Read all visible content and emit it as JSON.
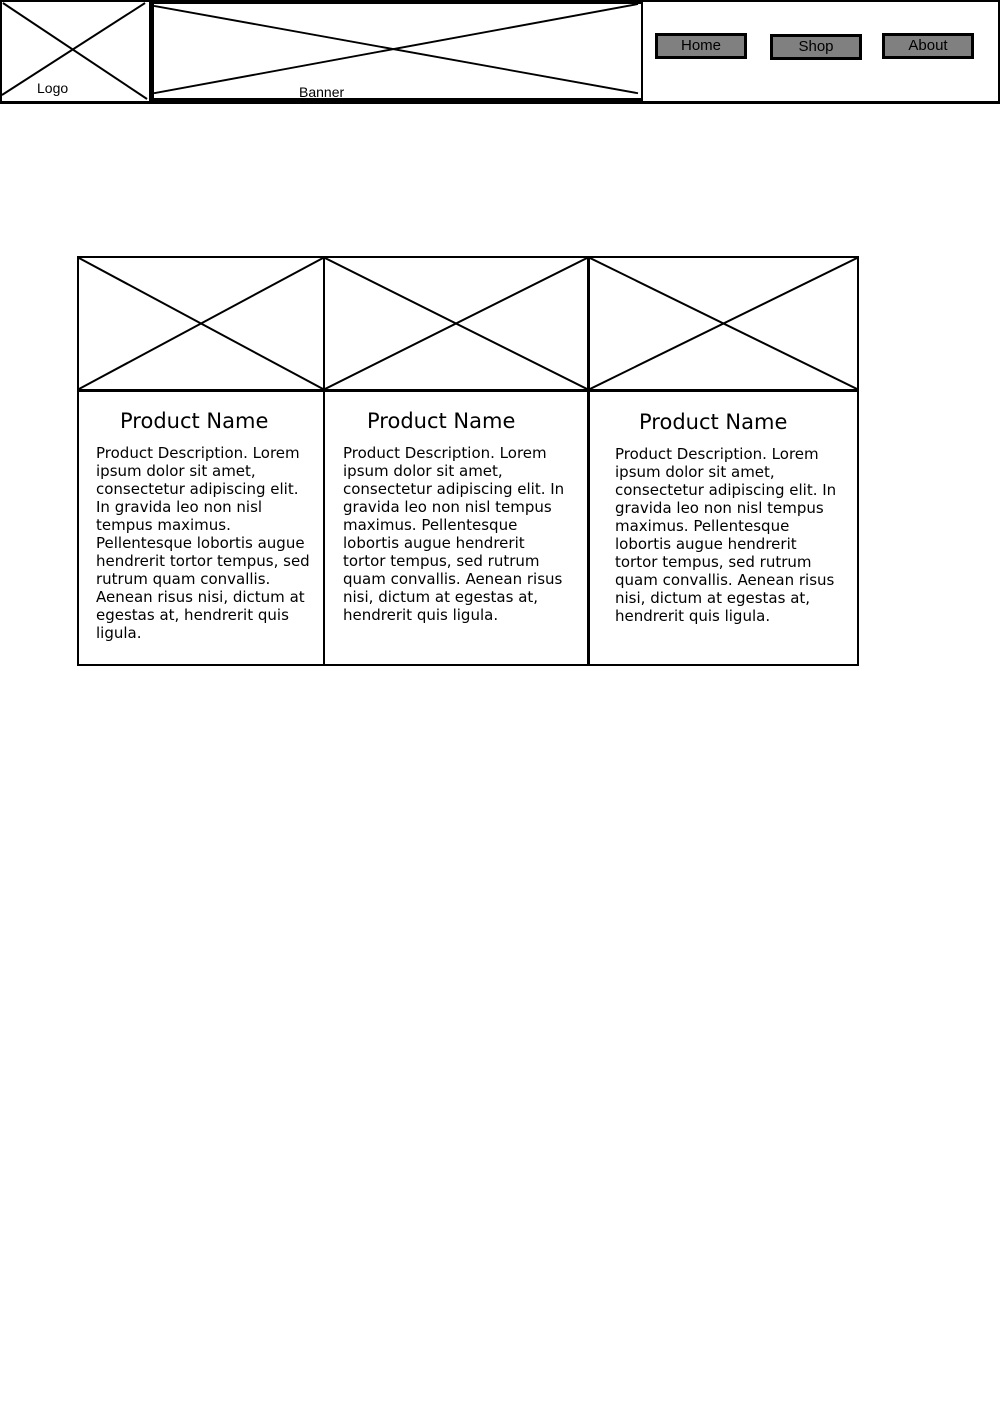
{
  "header": {
    "logo_label": "Logo",
    "banner_label": "Banner",
    "nav": {
      "home": "Home",
      "shop": "Shop",
      "about": "About"
    },
    "nav_button_color": "#808080"
  },
  "products": [
    {
      "name": "Product Name",
      "description": "Product Description. Lorem ipsum dolor sit amet, consectetur adipiscing elit. In gravida leo non nisl tempus maximus. Pellentesque lobortis augue hendrerit tortor tempus, sed rutrum quam convallis. Aenean risus nisi, dictum at egestas at, hendrerit quis ligula."
    },
    {
      "name": "Product Name",
      "description": "Product Description. Lorem ipsum dolor sit amet, consectetur adipiscing elit. In gravida leo non nisl tempus maximus. Pellentesque lobortis augue hendrerit tortor tempus, sed rutrum quam convallis. Aenean risus nisi, dictum at egestas at, hendrerit quis ligula."
    },
    {
      "name": "Product Name",
      "description": "Product Description. Lorem ipsum dolor sit amet, consectetur adipiscing elit. In gravida leo non nisl tempus maximus. Pellentesque lobortis augue hendrerit tortor tempus, sed rutrum quam convallis. Aenean risus nisi, dictum at egestas at, hendrerit quis ligula."
    }
  ]
}
